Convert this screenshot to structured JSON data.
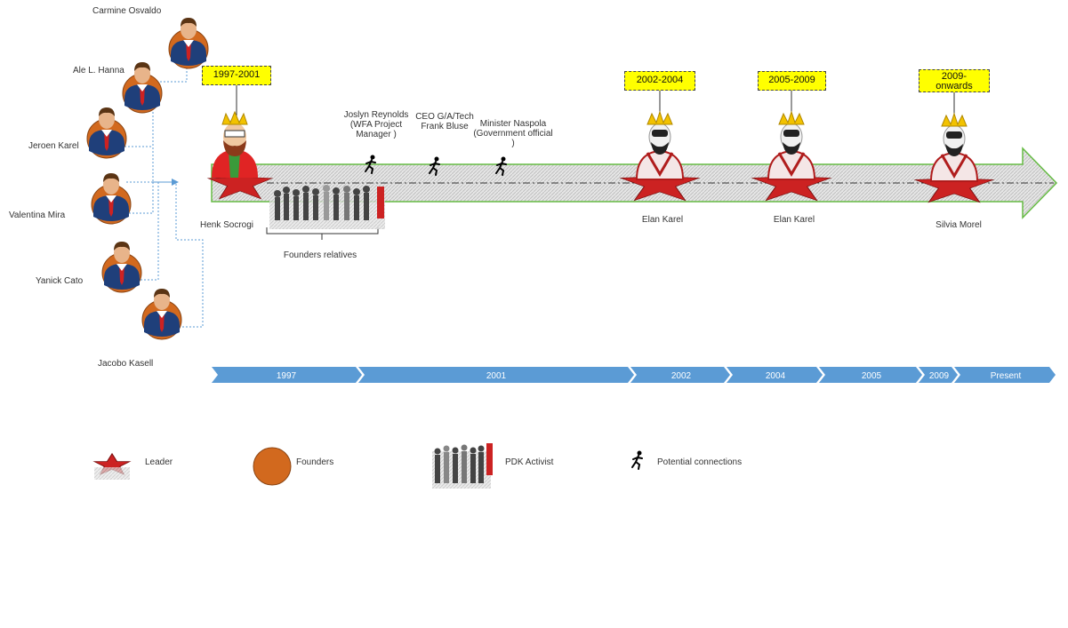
{
  "founders": [
    {
      "name": "Carmine Osvaldo"
    },
    {
      "name": "Ale L. Hanna"
    },
    {
      "name": "Jeroen Karel"
    },
    {
      "name": "Valentina Mira"
    },
    {
      "name": "Yanick Cato"
    },
    {
      "name": "Jacobo Kasell"
    }
  ],
  "periods": [
    {
      "label": "1997-2001",
      "leader": "Henk Socrogi"
    },
    {
      "label": "2002-2004",
      "leader": "Elan Karel"
    },
    {
      "label": "2005-2009",
      "leader": "Elan Karel"
    },
    {
      "label": "2009-onwards",
      "leader": "Silvia Morel"
    }
  ],
  "connections": [
    {
      "label": "Joslyn Reynolds (WFA Project Manager )"
    },
    {
      "label": "CEO G/A/Tech Frank Bluse"
    },
    {
      "label": "Minister Naspola (Government official )"
    }
  ],
  "founders_relatives_label": "Founders relatives",
  "timeline": [
    "1997",
    "2001",
    "2002",
    "2004",
    "2005",
    "2009",
    "Present"
  ],
  "legend": {
    "leader": "Leader",
    "founders": "Founders",
    "activist": "PDK Activist",
    "connections": "Potential connections"
  },
  "colors": {
    "founder_circle": "#d2691e",
    "leader_red": "#cc2222",
    "timeline_blue": "#5b9bd5",
    "main_arrow_border": "#66bb44",
    "period_box": "#ffff00"
  }
}
